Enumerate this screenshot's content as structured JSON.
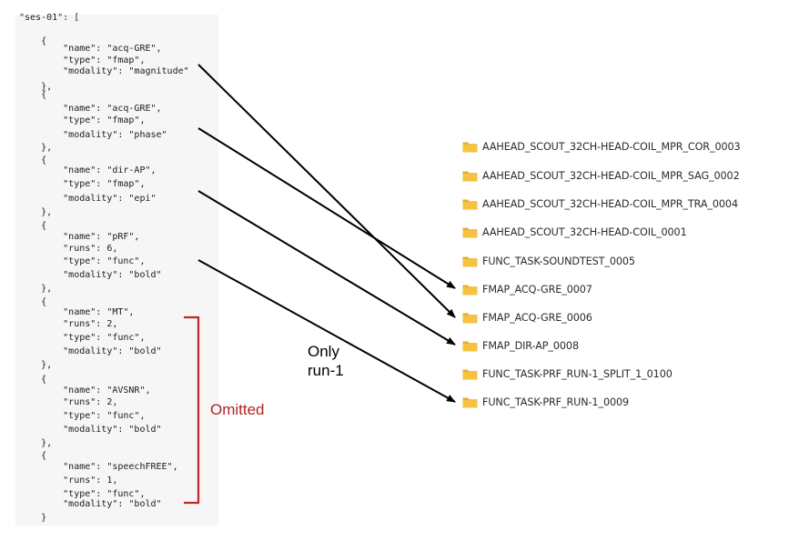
{
  "code_block": {
    "lines": [
      "\"ses-01\": [",
      "    {",
      "        \"name\": \"acq-GRE\",",
      "        \"type\": \"fmap\",",
      "        \"modality\": \"magnitude\"",
      "    },",
      "    {",
      "        \"name\": \"acq-GRE\",",
      "        \"type\": \"fmap\",",
      "        \"modality\": \"phase\"",
      "    },",
      "    {",
      "        \"name\": \"dir-AP\",",
      "        \"type\": \"fmap\",",
      "        \"modality\": \"epi\"",
      "    },",
      "    {",
      "        \"name\": \"pRF\",",
      "        \"runs\": 6,",
      "        \"type\": \"func\",",
      "        \"modality\": \"bold\"",
      "    },",
      "    {",
      "        \"name\": \"MT\",",
      "        \"runs\": 2,",
      "        \"type\": \"func\",",
      "        \"modality\": \"bold\"",
      "    },",
      "    {",
      "        \"name\": \"AVSNR\",",
      "        \"runs\": 2,",
      "        \"type\": \"func\",",
      "        \"modality\": \"bold\"",
      "    },",
      "    {",
      "        \"name\": \"speechFREE\",",
      "        \"runs\": 1,",
      "        \"type\": \"func\",",
      "        \"modality\": \"bold\"",
      "    }"
    ]
  },
  "folders": [
    "AAHEAD_SCOUT_32CH-HEAD-COIL_MPR_COR_0003",
    "AAHEAD_SCOUT_32CH-HEAD-COIL_MPR_SAG_0002",
    "AAHEAD_SCOUT_32CH-HEAD-COIL_MPR_TRA_0004",
    "AAHEAD_SCOUT_32CH-HEAD-COIL_0001",
    "FUNC_TASK-SOUNDTEST_0005",
    "FMAP_ACQ-GRE_0007",
    "FMAP_ACQ-GRE_0006",
    "FMAP_DIR-AP_0008",
    "FUNC_TASK-PRF_RUN-1_SPLIT_1_0100",
    "FUNC_TASK-PRF_RUN-1_0009"
  ],
  "annotations": {
    "only_line1": "Only",
    "only_line2": "run-1",
    "omitted": "Omitted"
  },
  "colors": {
    "folder": "#f5c242",
    "omit_bracket": "#c0262b",
    "arrow": "#000000"
  }
}
